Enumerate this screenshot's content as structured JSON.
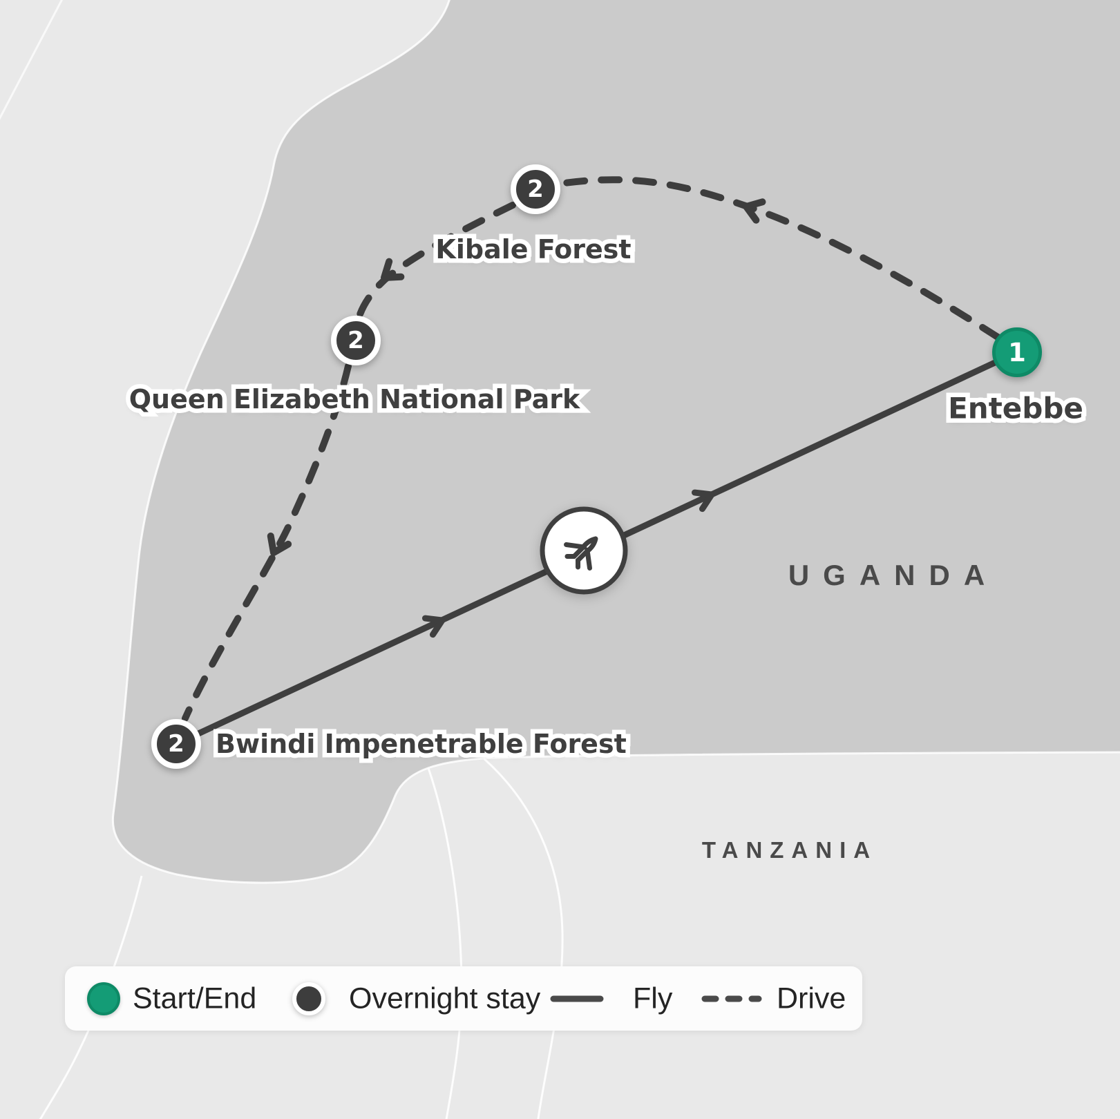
{
  "map": {
    "countries": [
      {
        "name": "UGANDA"
      },
      {
        "name": "TANZANIA"
      }
    ],
    "stops": [
      {
        "id": "entebbe",
        "label": "Entebbe",
        "nights": "1",
        "type": "start-end"
      },
      {
        "id": "kibale-forest",
        "label": "Kibale Forest",
        "nights": "2",
        "type": "overnight"
      },
      {
        "id": "queen-elizabeth-national-park",
        "label": "Queen Elizabeth National Park",
        "nights": "2",
        "type": "overnight"
      },
      {
        "id": "bwindi-impenetrable-forest",
        "label": "Bwindi Impenetrable Forest",
        "nights": "2",
        "type": "overnight"
      }
    ],
    "routes": [
      {
        "mode": "drive",
        "from": "entebbe",
        "to": "kibale-forest"
      },
      {
        "mode": "drive",
        "from": "kibale-forest",
        "to": "queen-elizabeth-national-park"
      },
      {
        "mode": "drive",
        "from": "queen-elizabeth-national-park",
        "to": "bwindi-impenetrable-forest"
      },
      {
        "mode": "fly",
        "from": "bwindi-impenetrable-forest",
        "to": "entebbe"
      }
    ],
    "colors": {
      "start_end": "#149c76",
      "start_end_ring": "#0e8a66",
      "overnight": "#3d3d3d",
      "route": "#3f3f3f",
      "land": "#cbcbcb",
      "background": "#e9e9e9",
      "legend_background": "#fcfcfc"
    }
  },
  "legend": {
    "items": [
      {
        "icon": "start-end-dot",
        "label": "Start/End"
      },
      {
        "icon": "overnight-dot",
        "label": "Overnight stay"
      },
      {
        "icon": "solid-line",
        "label": "Fly"
      },
      {
        "icon": "dashed-line",
        "label": "Drive"
      }
    ]
  }
}
